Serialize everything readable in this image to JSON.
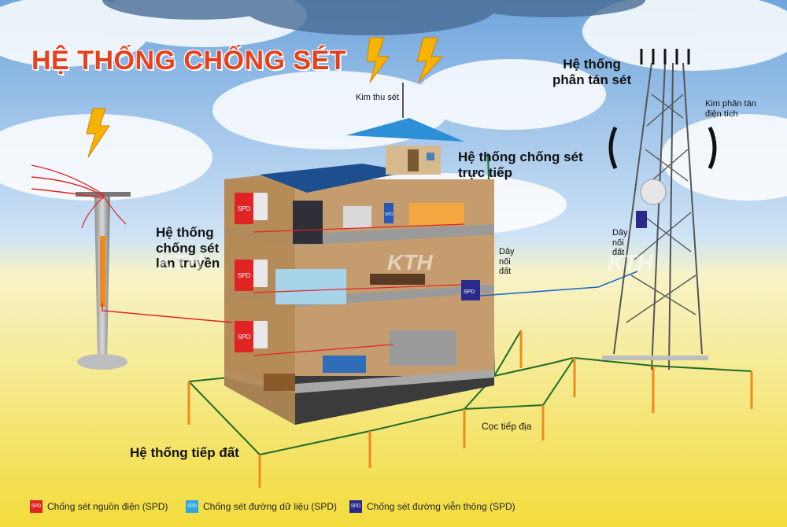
{
  "title": "HỆ THỐNG CHỐNG SÉT",
  "labels": {
    "air_terminal": "Kim thu sét",
    "direct_system": [
      "Hệ thống chống sét",
      "trực tiếp"
    ],
    "dispersion_system": [
      "Hệ thống",
      "phân tán sét"
    ],
    "charge_dissipator": [
      "Kim phân tán",
      "điện tích"
    ],
    "propagation_system": [
      "Hệ thống",
      "chống sét",
      "lan truyền"
    ],
    "ground_wire_building": [
      "Dây",
      "nối",
      "đất"
    ],
    "ground_wire_tower": [
      "Dây",
      "nối",
      "đất"
    ],
    "ground_rod": "Cọc tiếp địa",
    "grounding_system": "Hệ thống tiếp đất"
  },
  "spd_tag": "SPD",
  "watermark": "KTH",
  "legend": [
    {
      "label": "Chống sét nguồn điện (SPD)",
      "color": "#e02424"
    },
    {
      "label": "Chống sét đường dữ liệu (SPD)",
      "color": "#2fa6e0"
    },
    {
      "label": "Chống sét đường viễn thông (SPD)",
      "color": "#2a2a8c"
    }
  ],
  "colors": {
    "ground_wire": "#1f6b2a",
    "ground_rod": "#f08a1c",
    "power_line": "#e02424",
    "data_line": "#1e66c8",
    "sky": "#a9cdee",
    "ground": "#f5e25a"
  }
}
